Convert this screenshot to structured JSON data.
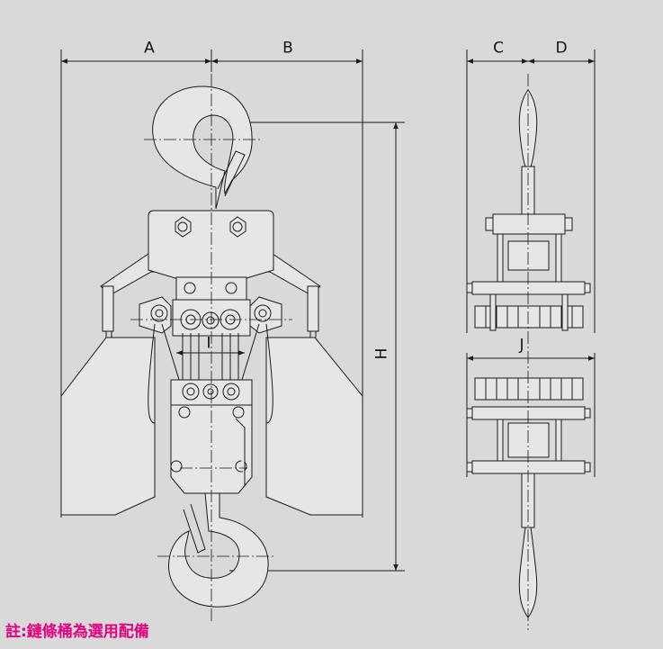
{
  "diagram": {
    "title": "Electric chain hoist dimension drawing",
    "labels": {
      "A": "A",
      "B": "B",
      "C": "C",
      "D": "D",
      "H": "H",
      "I": "I",
      "J": "J"
    },
    "note": "註:鏈條桶為選用配備",
    "colors": {
      "background": "#d9d9d9",
      "body": "#e6e6e6",
      "line": "#1a1a1a",
      "note": "#e4007f"
    }
  }
}
